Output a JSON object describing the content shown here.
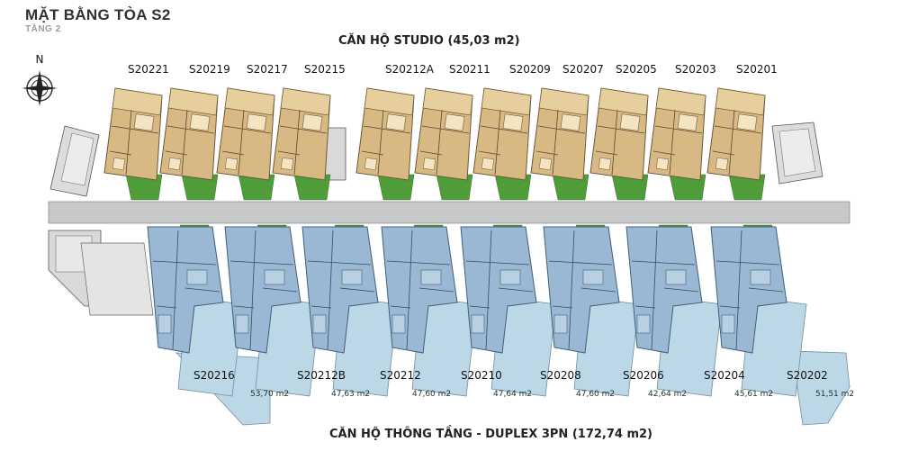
{
  "header": {
    "title": "MẶT BẰNG TÒA S2",
    "floor": "TẦNG 2"
  },
  "compass": {
    "letter": "N"
  },
  "sections": {
    "studio_heading": "CĂN HỘ STUDIO (45,03 m2)",
    "duplex_heading": "CĂN HỘ THÔNG TẦNG - DUPLEX 3PN (172,74 m2)"
  },
  "studio_units": [
    "S20221",
    "S20219",
    "S20217",
    "S20215",
    "S20212A",
    "S20211",
    "S20209",
    "S20207",
    "S20205",
    "S20203",
    "S20201"
  ],
  "duplex_units": [
    {
      "code": "S20216",
      "area": "53,70 m2"
    },
    {
      "code": "S20212B",
      "area": "47,63 m2"
    },
    {
      "code": "S20212",
      "area": "47,60 m2"
    },
    {
      "code": "S20210",
      "area": "47,64 m2"
    },
    {
      "code": "S20208",
      "area": "47,60 m2"
    },
    {
      "code": "S20206",
      "area": "42,64 m2"
    },
    {
      "code": "S20204",
      "area": "45,61 m2"
    },
    {
      "code": "S20202",
      "area": "51,51 m2"
    }
  ],
  "colors": {
    "studio": "#d8b883",
    "duplex": "#9ab8d4",
    "terrace": "#bcd8e6",
    "garden": "#4f9d39",
    "corridor": "#c6c8ca"
  }
}
